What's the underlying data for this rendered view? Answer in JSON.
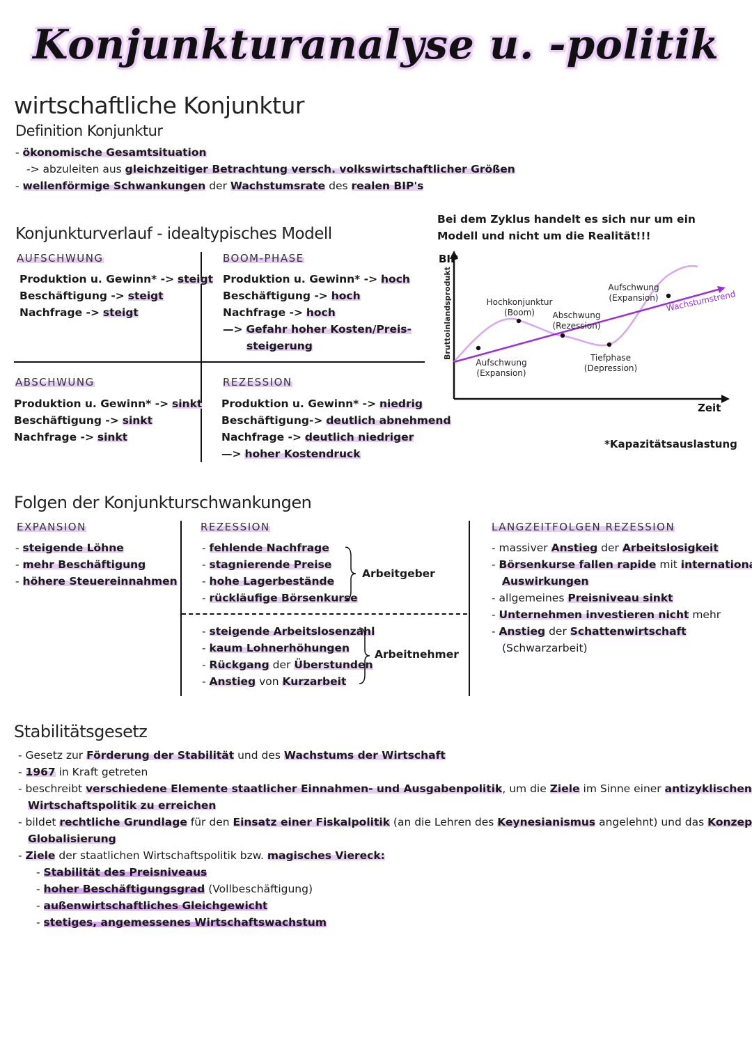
{
  "title": "Konjunkturanalyse u. -politik",
  "s1": {
    "heading": "wirtschaftliche Konjunktur",
    "sub": "Definition Konjunktur",
    "l1": "ökonomische Gesamtsituation",
    "l2a": "abzuleiten aus",
    "l2b": "gleichzeitiger Betrachtung versch. volkswirtschaftlicher Größen",
    "l3a": "wellenförmige Schwankungen",
    "l3b": "der",
    "l3c": "Wachstumsrate",
    "l3d": "des",
    "l3e": "realen BIP's"
  },
  "note": {
    "l1": "Bei dem Zyklus handelt es sich nur um ein",
    "l2": "Modell und nicht um die Realität!!!"
  },
  "model": {
    "heading": "Konjunkturverlauf - idealtypisches Modell",
    "auf_title": "AUFSCHWUNG",
    "auf1a": "Produktion u. Gewinn* ->",
    "auf1b": "steigt",
    "auf2a": "Beschäftigung ->",
    "auf2b": "steigt",
    "auf3a": "Nachfrage ->",
    "auf3b": "steigt",
    "boom_title": "BOOM-PHASE",
    "boom1a": "Produktion u. Gewinn* ->",
    "boom1b": "hoch",
    "boom2a": "Beschäftigung ->",
    "boom2b": "hoch",
    "boom3a": "Nachfrage ->",
    "boom3b": "hoch",
    "boom4a": "—>",
    "boom4b": "Gefahr hoher Kosten/Preis-",
    "boom5": "steigerung",
    "ab_title": "ABSCHWUNG",
    "ab1a": "Produktion u. Gewinn* ->",
    "ab1b": "sinkt",
    "ab2a": "Beschäftigung ->",
    "ab2b": "sinkt",
    "ab3a": "Nachfrage ->",
    "ab3b": "sinkt",
    "rez_title": "REZESSION",
    "rez1a": "Produktion u. Gewinn* ->",
    "rez1b": "niedrig",
    "rez2a": "Beschäftigung->",
    "rez2b": "deutlich abnehmend",
    "rez3a": "Nachfrage ->",
    "rez3b": "deutlich niedriger",
    "rez4a": "—>",
    "rez4b": "hoher Kostendruck"
  },
  "chart": {
    "ylabel_short": "BIP",
    "ylabel_long": "Bruttoinlandsprodukt",
    "xlabel": "Zeit",
    "trend_label": "Wachstumstrend",
    "footnote": "*Kapazitätsauslastung",
    "p1a": "Aufschwung",
    "p1b": "(Expansion)",
    "p2a": "Hochkonjunktur",
    "p2b": "(Boom)",
    "p3a": "Abschwung",
    "p3b": "(Rezession)",
    "p4a": "Tiefphase",
    "p4b": "(Depression)",
    "p5a": "Aufschwung",
    "p5b": "(Expansion)",
    "colors": {
      "curve": "#d9a6f0",
      "trend": "#9b2fd6",
      "axis": "#111111"
    }
  },
  "folgen": {
    "heading": "Folgen der Konjunkturschwankungen",
    "exp_title": "EXPANSION",
    "exp1": "steigende Löhne",
    "exp2": "mehr Beschäftigung",
    "exp3": "höhere Steuereinnahmen",
    "rez_title": "REZESSION",
    "ag1": "fehlende Nachfrage",
    "ag2": "stagnierende Preise",
    "ag3": "hohe Lagerbestände",
    "ag4": "rückläufige Börsenkurse",
    "ag_label": "Arbeitgeber",
    "an1": "steigende Arbeitslosenzahl",
    "an2": "kaum Lohnerhöhungen",
    "an3a": "Rückgang",
    "an3b": "der",
    "an3c": "Überstunden",
    "an4a": "Anstieg",
    "an4b": "von",
    "an4c": "Kurzarbeit",
    "an_label": "Arbeitnehmer",
    "lz_title": "LANGZEITFOLGEN REZESSION",
    "lz1a": "massiver",
    "lz1b": "Anstieg",
    "lz1c": "der",
    "lz1d": "Arbeitslosigkeit",
    "lz2a": "Börsenkurse fallen rapide",
    "lz2b": "mit",
    "lz2c": "internationalen",
    "lz2d": "Auswirkungen",
    "lz3a": "allgemeines",
    "lz3b": "Preisniveau sinkt",
    "lz4a": "Unternehmen investieren nicht",
    "lz4b": "mehr",
    "lz5a": "Anstieg",
    "lz5b": "der",
    "lz5c": "Schattenwirtschaft",
    "lz6": "(Schwarzarbeit)"
  },
  "stab": {
    "heading": "Stabilitätsgesetz",
    "l1a": "Gesetz zur",
    "l1b": "Förderung der Stabilität",
    "l1c": "und des",
    "l1d": "Wachstums der Wirtschaft",
    "l2a": "1967",
    "l2b": "in Kraft getreten",
    "l3a": "beschreibt",
    "l3b": "verschiedene Elemente staatlicher Einnahmen- und Ausgabenpolitik",
    "l3c": ", um die",
    "l3d": "Ziele",
    "l3e": "im Sinne einer",
    "l3f": "antizyklischen",
    "l3g": "Wirtschaftspolitik zu erreichen",
    "l4a": "bildet",
    "l4b": "rechtliche Grundlage",
    "l4c": "für den",
    "l4d": "Einsatz einer Fiskalpolitik",
    "l4e": "(an die Lehren des",
    "l4f": "Keynesianismus",
    "l4g": "angelehnt) und das",
    "l4h": "Konzept der",
    "l4i": "Globalisierung",
    "l5a": "Ziele",
    "l5b": "der staatlichen Wirtschaftspolitik bzw.",
    "l5c": "magisches Viereck:",
    "z1": "Stabilität des Preisniveaus",
    "z2a": "hoher Beschäftigungsgrad",
    "z2b": "(Vollbeschäftigung)",
    "z3": "außenwirtschaftliches Gleichgewicht",
    "z4": "stetiges, angemessenes Wirtschaftswachstum"
  }
}
